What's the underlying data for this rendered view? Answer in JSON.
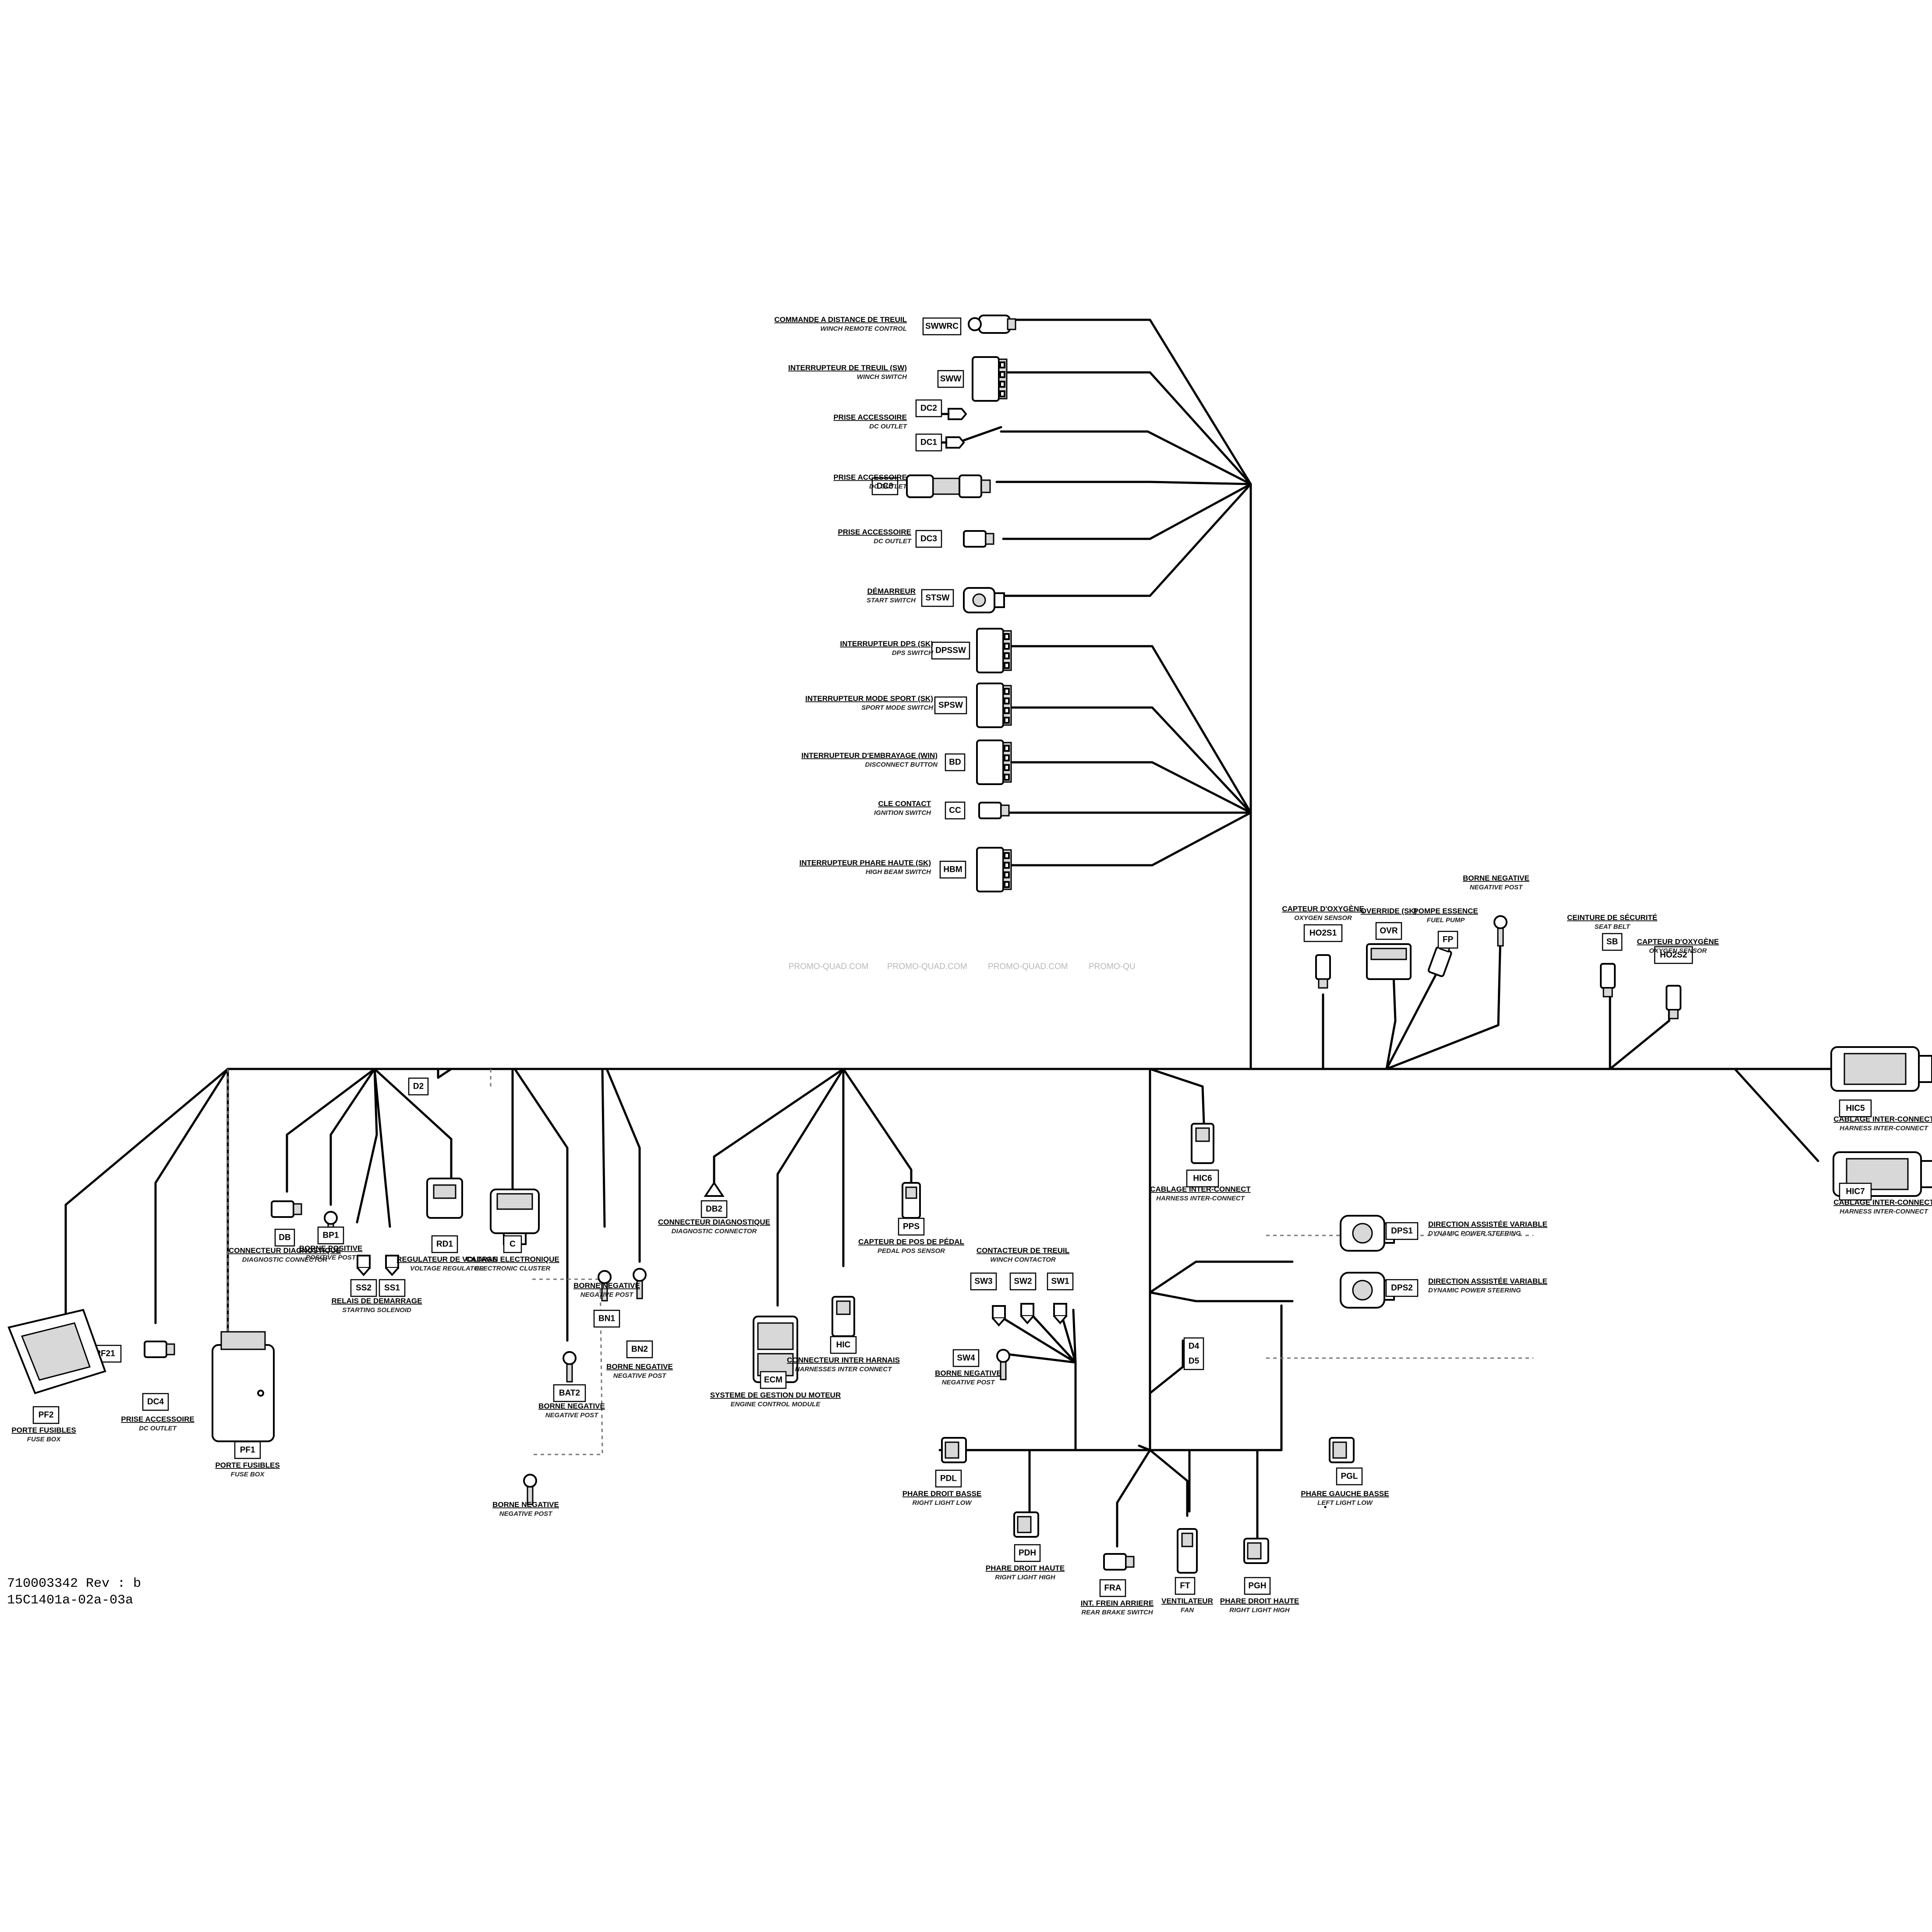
{
  "watermarks": [
    "PROMO-QUAD.COM",
    "PROMO-QUAD.COM",
    "PROMO-QUAD.COM",
    "PROMO-QU"
  ],
  "document": {
    "part_number": "710003342 Rev : b",
    "drawing_id": "15C1401a-02a-03a"
  },
  "components": [
    {
      "code": "SWWRC",
      "fr": "COMMANDE A DISTANCE DE TREUIL",
      "en": "WINCH REMOTE CONTROL",
      "icon": "remote-connector-icon"
    },
    {
      "code": "SWW",
      "fr": "INTERRUPTEUR DE TREUIL (SW)",
      "en": "WINCH SWITCH",
      "icon": "rocker-switch-icon"
    },
    {
      "code": "DC2",
      "fr": "PRISE ACCESSOIRE",
      "en": "DC OUTLET",
      "icon": "dc-plug-icon"
    },
    {
      "code": "DC1",
      "fr": "",
      "en": "",
      "icon": "dc-plug-icon"
    },
    {
      "code": "DC6",
      "fr": "PRISE ACCESSOIRE",
      "en": "DC OUTLET",
      "icon": "dc-outlet-icon"
    },
    {
      "code": "DC3",
      "fr": "PRISE ACCESSOIRE",
      "en": "DC OUTLET",
      "icon": "small-connector-icon"
    },
    {
      "code": "STSW",
      "fr": "DÉMARREUR",
      "en": "START SWITCH",
      "icon": "start-switch-icon"
    },
    {
      "code": "DPSSW",
      "fr": "INTERRUPTEUR DPS (SK)",
      "en": "DPS SWITCH",
      "icon": "rocker-switch-icon"
    },
    {
      "code": "SPSW",
      "fr": "INTERRUPTEUR MODE SPORT (SK)",
      "en": "SPORT MODE SWITCH",
      "icon": "rocker-switch-icon"
    },
    {
      "code": "BD",
      "fr": "INTERRUPTEUR D'EMBRAYAGE (WIN)",
      "en": "DISCONNECT BUTTON",
      "icon": "rocker-switch-icon"
    },
    {
      "code": "CC",
      "fr": "CLE CONTACT",
      "en": "IGNITION SWITCH",
      "icon": "small-connector-icon"
    },
    {
      "code": "HBM",
      "fr": "INTERRUPTEUR PHARE HAUTE (SK)",
      "en": "HIGH BEAM SWITCH",
      "icon": "rocker-switch-icon"
    },
    {
      "code": "HO2S1",
      "fr": "CAPTEUR D'OXYGÈNE",
      "en": "OXYGEN SENSOR",
      "icon": "sensor-connector-icon"
    },
    {
      "code": "OVR",
      "fr": "OVERRIDE (SK)",
      "en": "",
      "icon": "override-module-icon"
    },
    {
      "code": "FP",
      "fr": "POMPE ESSENCE",
      "en": "FUEL PUMP",
      "icon": "fuel-pump-connector-icon"
    },
    {
      "code": "",
      "fr": "BORNE NEGATIVE",
      "en": "NEGATIVE POST",
      "icon": "ring-terminal-icon"
    },
    {
      "code": "SB",
      "fr": "CEINTURE DE SÉCURITÉ",
      "en": "SEAT BELT",
      "icon": "sensor-connector-icon"
    },
    {
      "code": "HO2S2",
      "fr": "CAPTEUR D'OXYGÈNE",
      "en": "OXYGEN SENSOR",
      "icon": "sensor-connector-icon"
    },
    {
      "code": "HIC5",
      "fr": "CABLAGE INTER-CONNECT",
      "en": "HARNESS INTER-CONNECT",
      "icon": "large-connector-icon"
    },
    {
      "code": "HIC7",
      "fr": "CABLAGE INTER-CONNECT",
      "en": "HARNESS INTER-CONNECT",
      "icon": "large-connector-icon"
    },
    {
      "code": "HIC6",
      "fr": "CABLAGE INTER-CONNECT",
      "en": "HARNESS INTER-CONNECT",
      "icon": "harness-connector-icon"
    },
    {
      "code": "DPS1",
      "fr": "DIRECTION ASSISTÉE VARIABLE",
      "en": "DYNAMIC POWER STEERING",
      "icon": "round-connector-icon"
    },
    {
      "code": "DPS2",
      "fr": "DIRECTION ASSISTÉE VARIABLE",
      "en": "DYNAMIC POWER STEERING",
      "icon": "round-connector-icon"
    },
    {
      "code": "SW3",
      "fr": "CONTACTEUR DE TREUIL",
      "en": "WINCH CONTACTOR",
      "icon": "wire-end-icon"
    },
    {
      "code": "SW2",
      "fr": "",
      "en": "",
      "icon": "wire-end-icon"
    },
    {
      "code": "SW1",
      "fr": "",
      "en": "",
      "icon": "wire-end-icon"
    },
    {
      "code": "SW4",
      "fr": "BORNE NEGATIVE",
      "en": "NEGATIVE POST",
      "icon": "ring-terminal-icon"
    },
    {
      "code": "D4 D5",
      "fr": "",
      "en": "",
      "icon": ""
    },
    {
      "code": "PDL",
      "fr": "PHARE DROIT BASSE",
      "en": "RIGHT LIGHT LOW",
      "icon": "light-connector-icon"
    },
    {
      "code": "PDH",
      "fr": "PHARE DROIT HAUTE",
      "en": "RIGHT LIGHT HIGH",
      "icon": "light-connector-icon"
    },
    {
      "code": "FRA",
      "fr": "INT. FREIN ARRIERE",
      "en": "REAR BRAKE SWITCH",
      "icon": "small-connector-icon"
    },
    {
      "code": "FT",
      "fr": "VENTILATEUR",
      "en": "FAN",
      "icon": "fan-connector-icon"
    },
    {
      "code": "PGH",
      "fr": "PHARE DROIT HAUTE",
      "en": "RIGHT LIGHT HIGH",
      "icon": "light-connector-icon"
    },
    {
      "code": "PGL",
      "fr": "PHARE GAUCHE BASSE",
      "en": "LEFT LIGHT LOW",
      "icon": "light-connector-icon"
    },
    {
      "code": "PF21",
      "fr": "",
      "en": "",
      "icon": ""
    },
    {
      "code": "PF2",
      "fr": "PORTE FUSIBLES",
      "en": "FUSE BOX",
      "icon": "fuse-box-icon"
    },
    {
      "code": "DC4",
      "fr": "PRISE ACCESSOIRE",
      "en": "DC OUTLET",
      "icon": "small-connector-icon"
    },
    {
      "code": "PF1",
      "fr": "PORTE FUSIBLES",
      "en": "FUSE BOX",
      "icon": "fuse-box-icon"
    },
    {
      "code": "DB",
      "fr": "CONNECTEUR DIAGNOSTIQUE",
      "en": "DIAGNOSTIC CONNECTOR",
      "icon": "small-connector-icon"
    },
    {
      "code": "BP1",
      "fr": "BORNE POSITIVE",
      "en": "POSITIVE POST",
      "icon": "ring-terminal-icon"
    },
    {
      "code": "SS2",
      "fr": "RELAIS DE DEMARRAGE",
      "en": "STARTING SOLENOID",
      "icon": "wire-end-icon"
    },
    {
      "code": "SS1",
      "fr": "",
      "en": "",
      "icon": "wire-end-icon"
    },
    {
      "code": "RD1",
      "fr": "REGULATEUR DE VOLTAGE",
      "en": "VOLTAGE REGULATOR",
      "icon": "regulator-connector-icon"
    },
    {
      "code": "C",
      "fr": "CADRAN ELECTRONIQUE",
      "en": "ELECTRONIC CLUSTER",
      "icon": "cluster-connector-icon"
    },
    {
      "code": "D2",
      "fr": "",
      "en": "",
      "icon": ""
    },
    {
      "code": "BN1",
      "fr": "BORNE NEGATIVE",
      "en": "NEGATIVE POST",
      "icon": "ring-terminal-icon"
    },
    {
      "code": "BN2",
      "fr": "BORNE NEGATIVE",
      "en": "NEGATIVE POST",
      "icon": "ring-terminal-icon"
    },
    {
      "code": "BAT2",
      "fr": "BORNE NEGATIVE",
      "en": "NEGATIVE POST",
      "icon": "ring-terminal-icon"
    },
    {
      "code": "",
      "fr": "BORNE NEGATIVE",
      "en": "NEGATIVE POST",
      "icon": "ring-terminal-icon"
    },
    {
      "code": "DB2",
      "fr": "CONNECTEUR DIAGNOSTIQUE",
      "en": "DIAGNOSTIC CONNECTOR",
      "icon": "cap-icon"
    },
    {
      "code": "ECM",
      "fr": "SYSTEME DE GESTION DU MOTEUR",
      "en": "ENGINE CONTROL MODULE",
      "icon": "ecm-connector-icon"
    },
    {
      "code": "HIC",
      "fr": "CONNECTEUR INTER HARNAIS",
      "en": "HARNESSES INTER CONNECT",
      "icon": "harness-connector-icon"
    },
    {
      "code": "PPS",
      "fr": "CAPTEUR DE POS DE PÉDAL",
      "en": "PEDAL POS SENSOR",
      "icon": "pedal-sensor-icon"
    }
  ]
}
